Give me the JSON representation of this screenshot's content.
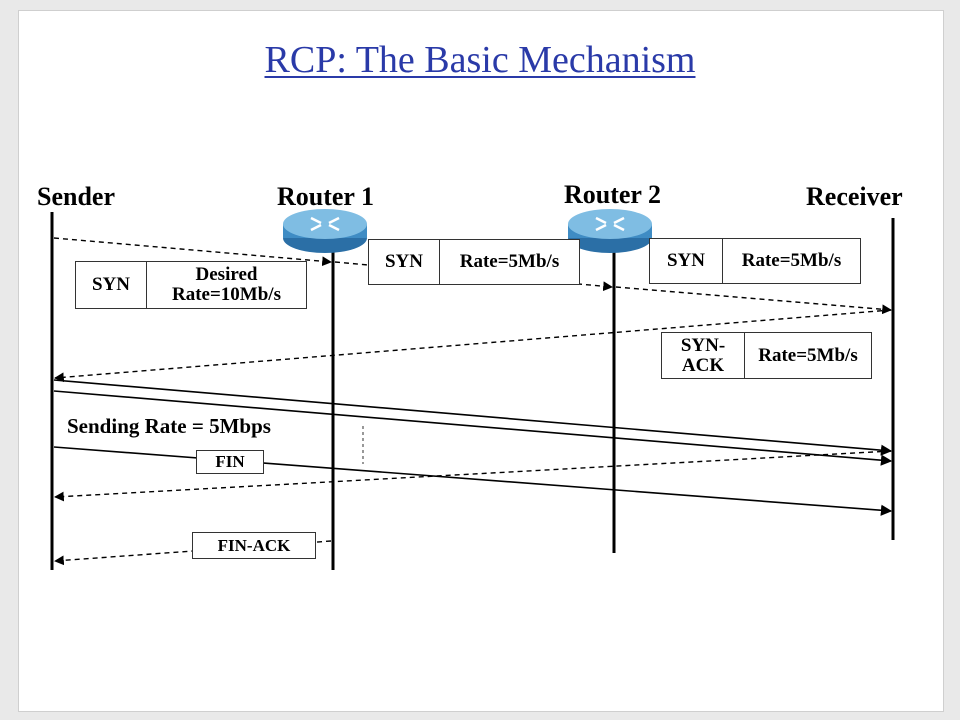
{
  "title": "RCP: The Basic Mechanism",
  "nodes": {
    "sender": "Sender",
    "router1": "Router 1",
    "router2": "Router 2",
    "receiver": "Receiver"
  },
  "packets": {
    "syn1": {
      "type": "SYN",
      "info": "Desired Rate=10Mb/s"
    },
    "syn2": {
      "type": "SYN",
      "info": "Rate=5Mb/s"
    },
    "syn3": {
      "type": "SYN",
      "info": "Rate=5Mb/s"
    },
    "synack": {
      "type": "SYN-ACK",
      "info": "Rate=5Mb/s"
    },
    "fin": "FIN",
    "finack": "FIN-ACK"
  },
  "sending_rate_label": "Sending Rate = 5Mbps"
}
